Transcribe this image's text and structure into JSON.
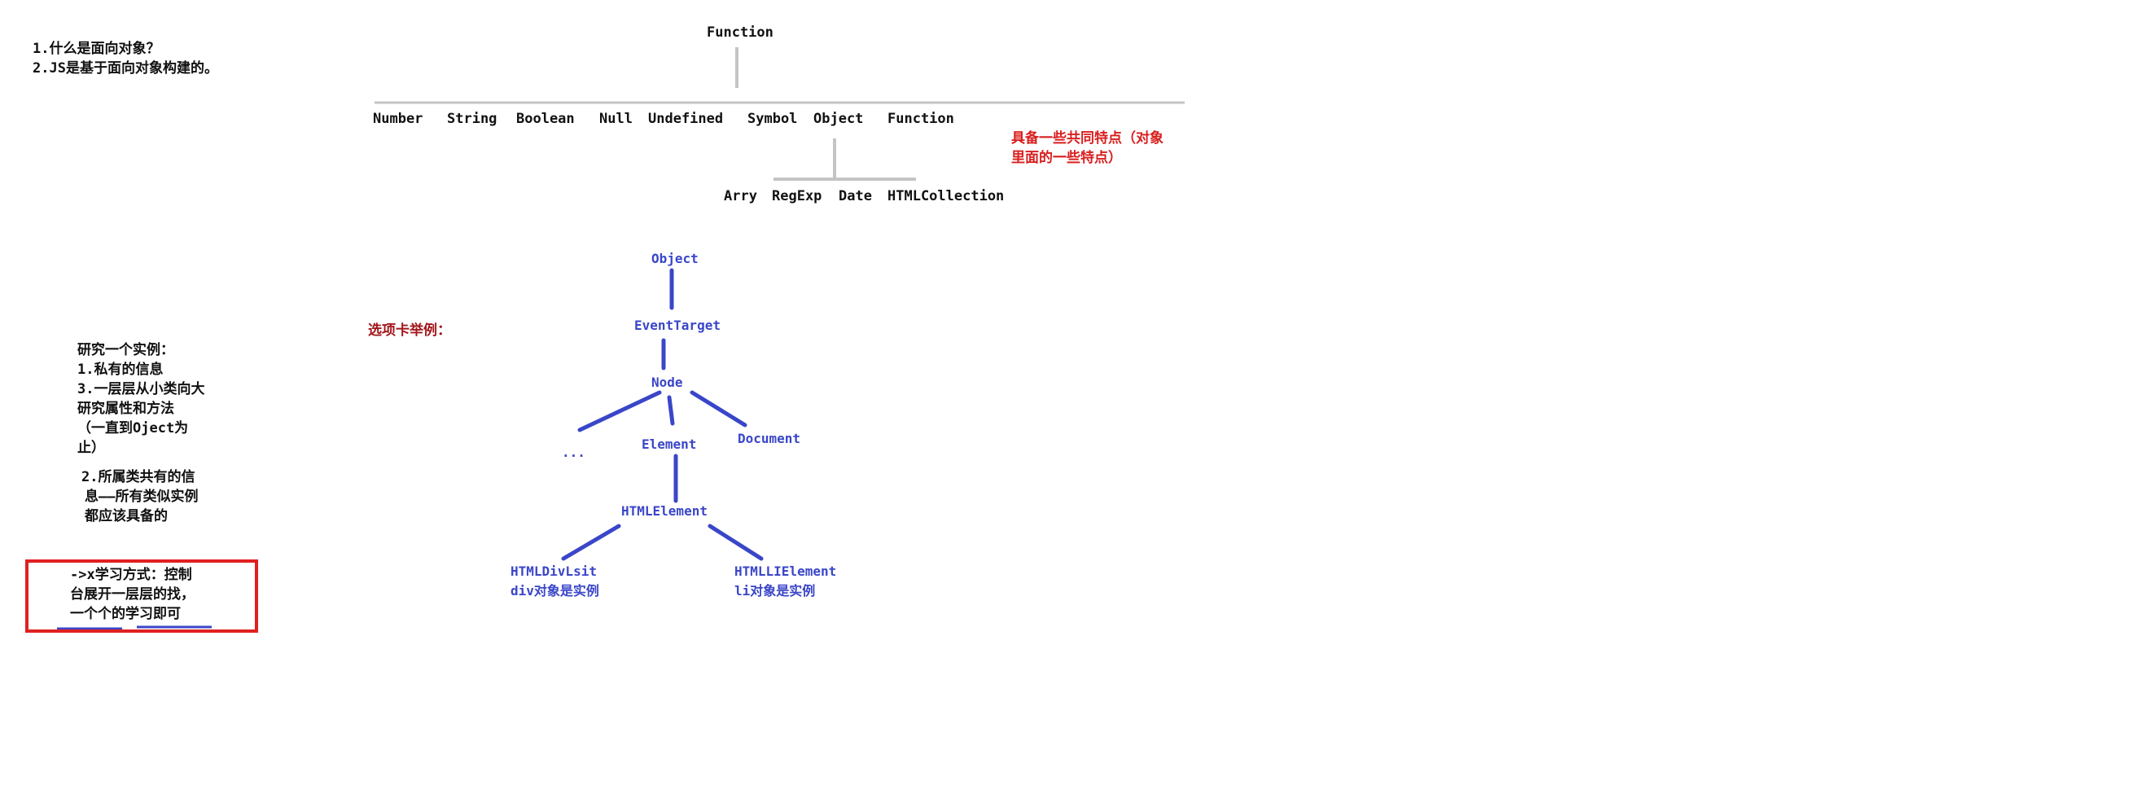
{
  "questions": [
    "1.什么是面向对象？",
    "2.JS是基于面向对象构建的。"
  ],
  "top_tree": {
    "root": "Function",
    "children": [
      "Number",
      "String",
      "Boolean",
      "Null",
      "Undefined",
      "Symbol",
      "Object",
      "Function"
    ],
    "object_children": [
      "Arry",
      "RegExp",
      "Date",
      "HTMLCollection"
    ]
  },
  "red_note": [
    "具备一些共同特点（对象",
    "里面的一些特点）"
  ],
  "tab_example_label": "选项卡举例：",
  "dom_tree": {
    "object": "Object",
    "event_target": "EventTarget",
    "node": "Node",
    "ellipsis": "...",
    "element": "Element",
    "document": "Document",
    "html_element": "HTMLElement",
    "div_element": "HTMLDivLsit",
    "div_note": "div对象是实例",
    "li_element": "HTMLLIElement",
    "li_note": "li对象是实例"
  },
  "study_notes": [
    "研究一个实例：",
    "1.私有的信息",
    "3.一层层从小类向大",
    "研究属性和方法",
    "（一直到Oject为",
    "止）"
  ],
  "shared_notes": [
    "2.所属类共有的信",
    "息——所有类似实例",
    "都应该具备的"
  ],
  "learning_box": [
    "->x学习方式：控制",
    "台展开一层层的找，",
    "一个个的学习即可"
  ],
  "colors": {
    "tree_line": "#c4c4c4",
    "blue": "#3a46c8",
    "red": "#e02020"
  }
}
